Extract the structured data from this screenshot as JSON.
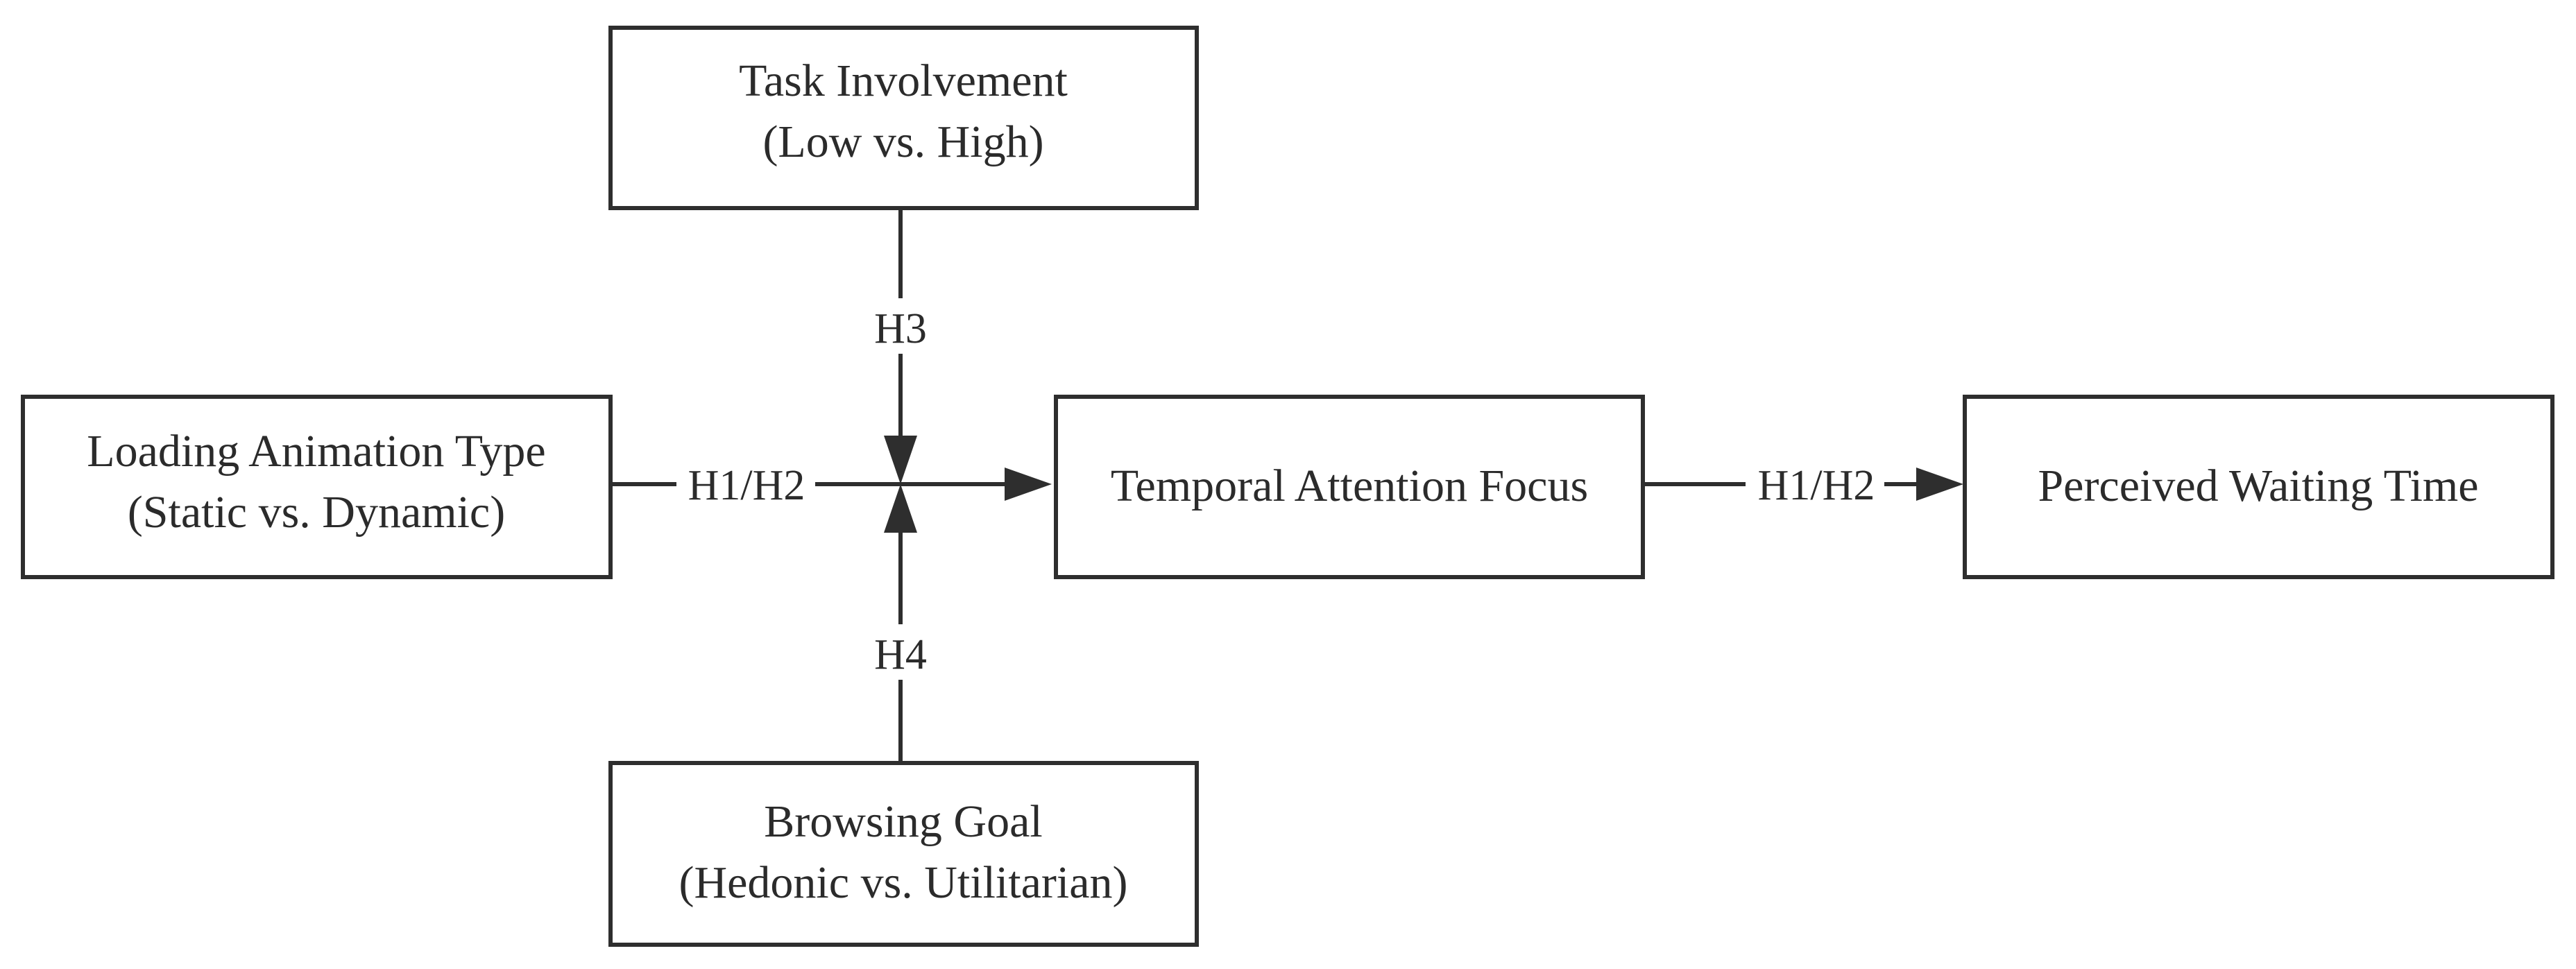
{
  "nodes": {
    "task_involvement": {
      "line1": "Task Involvement",
      "line2": "(Low vs. High)"
    },
    "loading_animation": {
      "line1": "Loading Animation Type",
      "line2": "(Static vs. Dynamic)"
    },
    "temporal_attention": {
      "line1": "Temporal Attention Focus"
    },
    "perceived_waiting": {
      "line1": "Perceived Waiting Time"
    },
    "browsing_goal": {
      "line1": "Browsing Goal",
      "line2": "(Hedonic vs. Utilitarian)"
    }
  },
  "edges": {
    "loading_to_attention": "H1/H2",
    "attention_to_waiting": "H1/H2",
    "task_moderation": "H3",
    "goal_moderation": "H4"
  },
  "colors": {
    "stroke": "#2e2e2e",
    "text": "#2b2b2b",
    "background": "#ffffff"
  }
}
